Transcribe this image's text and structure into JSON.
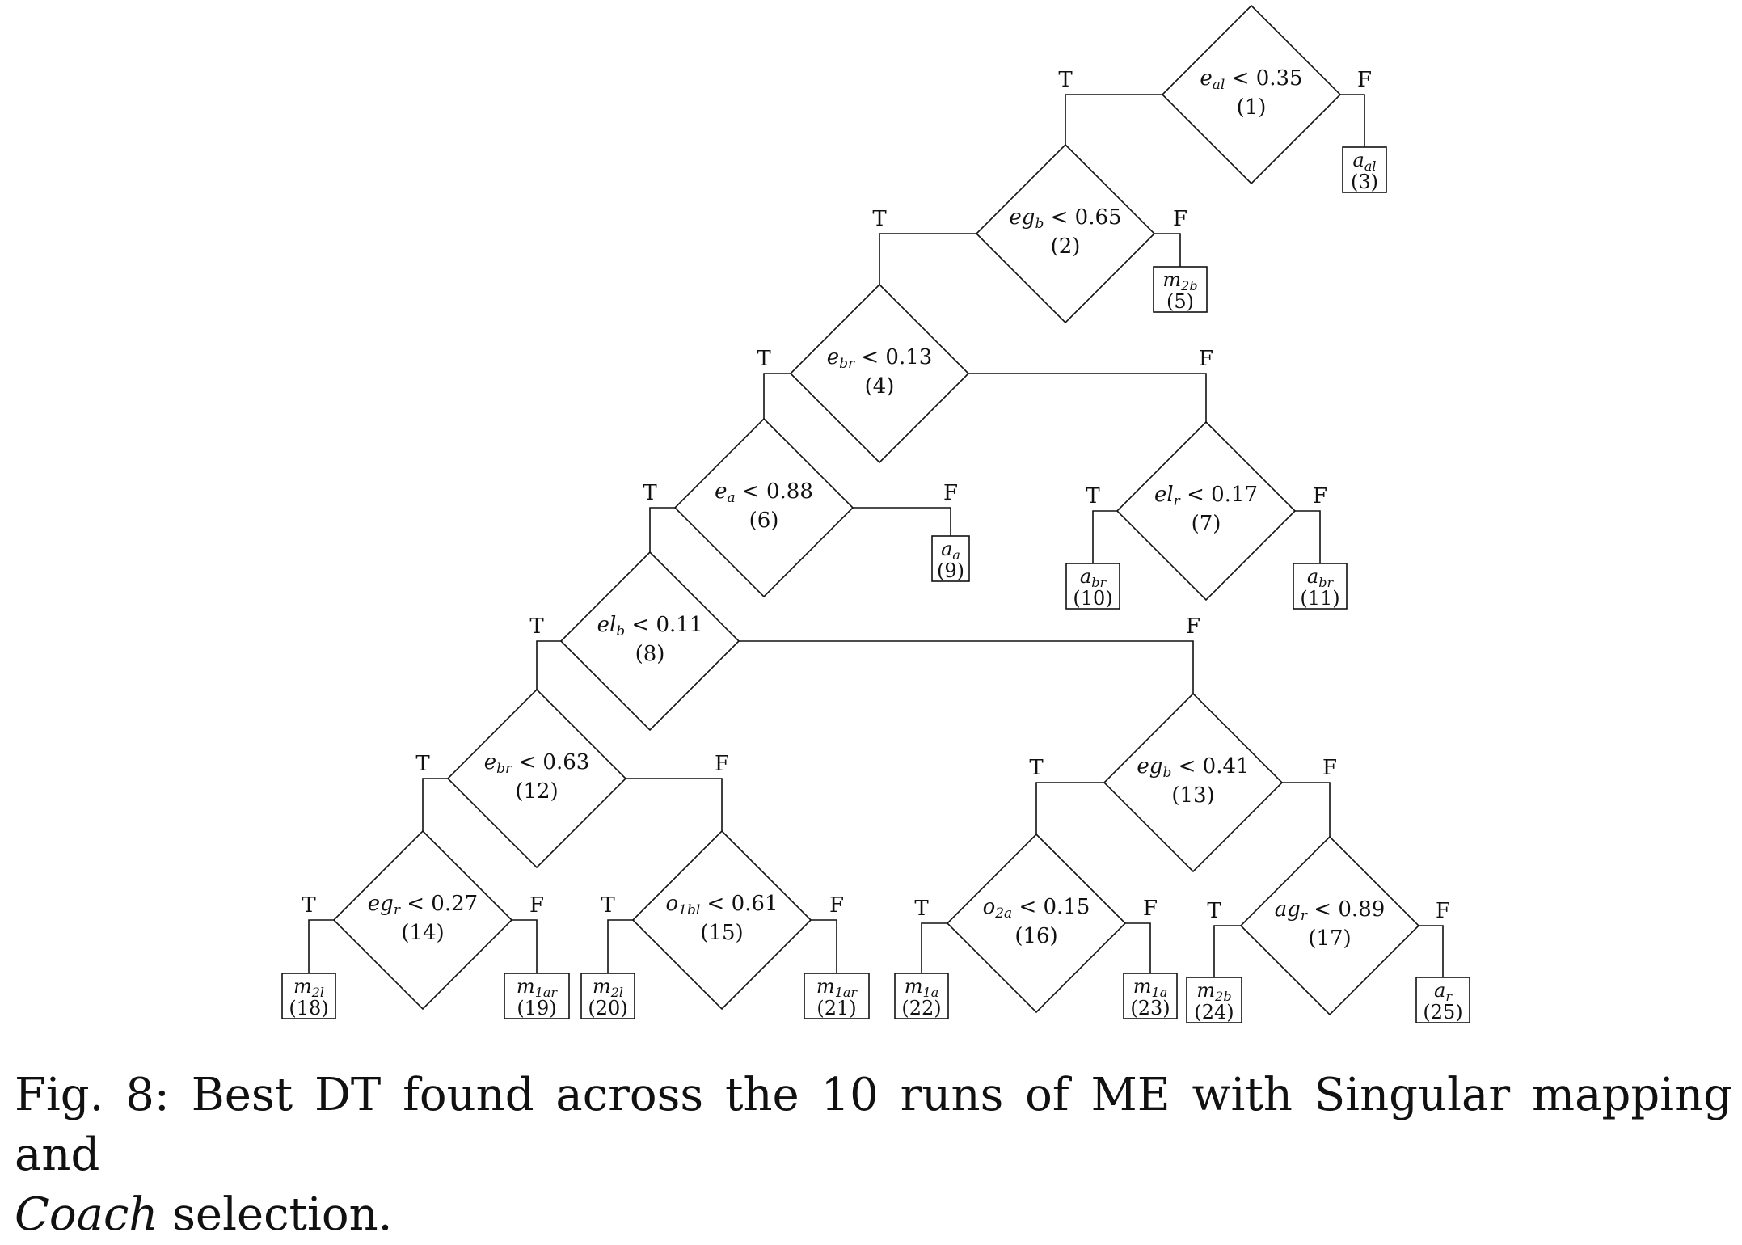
{
  "nodes": [
    {
      "id": "1",
      "kind": "decision",
      "var": "e",
      "sub": "al",
      "op": "<",
      "value": "0.35"
    },
    {
      "id": "2",
      "kind": "decision",
      "var": "eg",
      "sub": "b",
      "op": "<",
      "value": "0.65"
    },
    {
      "id": "3",
      "kind": "leaf",
      "var": "a",
      "sub": "al"
    },
    {
      "id": "4",
      "kind": "decision",
      "var": "e",
      "sub": "br",
      "op": "<",
      "value": "0.13"
    },
    {
      "id": "5",
      "kind": "leaf",
      "var": "m",
      "sub": "2b"
    },
    {
      "id": "6",
      "kind": "decision",
      "var": "e",
      "sub": "a",
      "op": "<",
      "value": "0.88"
    },
    {
      "id": "7",
      "kind": "decision",
      "var": "el",
      "sub": "r",
      "op": "<",
      "value": "0.17"
    },
    {
      "id": "8",
      "kind": "decision",
      "var": "el",
      "sub": "b",
      "op": "<",
      "value": "0.11"
    },
    {
      "id": "9",
      "kind": "leaf",
      "var": "a",
      "sub": "a"
    },
    {
      "id": "10",
      "kind": "leaf",
      "var": "a",
      "sub": "br"
    },
    {
      "id": "11",
      "kind": "leaf",
      "var": "a",
      "sub": "br"
    },
    {
      "id": "12",
      "kind": "decision",
      "var": "e",
      "sub": "br",
      "op": "<",
      "value": "0.63"
    },
    {
      "id": "13",
      "kind": "decision",
      "var": "eg",
      "sub": "b",
      "op": "<",
      "value": "0.41"
    },
    {
      "id": "14",
      "kind": "decision",
      "var": "eg",
      "sub": "r",
      "op": "<",
      "value": "0.27"
    },
    {
      "id": "15",
      "kind": "decision",
      "var": "o",
      "sub": "1bl",
      "op": "<",
      "value": "0.61"
    },
    {
      "id": "16",
      "kind": "decision",
      "var": "o",
      "sub": "2a",
      "op": "<",
      "value": "0.15"
    },
    {
      "id": "17",
      "kind": "decision",
      "var": "ag",
      "sub": "r",
      "op": "<",
      "value": "0.89"
    },
    {
      "id": "18",
      "kind": "leaf",
      "var": "m",
      "sub": "2l"
    },
    {
      "id": "19",
      "kind": "leaf",
      "var": "m",
      "sub": "1ar"
    },
    {
      "id": "20",
      "kind": "leaf",
      "var": "m",
      "sub": "2l"
    },
    {
      "id": "21",
      "kind": "leaf",
      "var": "m",
      "sub": "1ar"
    },
    {
      "id": "22",
      "kind": "leaf",
      "var": "m",
      "sub": "1a"
    },
    {
      "id": "23",
      "kind": "leaf",
      "var": "m",
      "sub": "1a"
    },
    {
      "id": "24",
      "kind": "leaf",
      "var": "m",
      "sub": "2b"
    },
    {
      "id": "25",
      "kind": "leaf",
      "var": "a",
      "sub": "r"
    }
  ],
  "edges": [
    {
      "from": "1",
      "to": "2",
      "label": "T"
    },
    {
      "from": "1",
      "to": "3",
      "label": "F"
    },
    {
      "from": "2",
      "to": "4",
      "label": "T"
    },
    {
      "from": "2",
      "to": "5",
      "label": "F"
    },
    {
      "from": "4",
      "to": "6",
      "label": "T"
    },
    {
      "from": "4",
      "to": "7",
      "label": "F"
    },
    {
      "from": "6",
      "to": "8",
      "label": "T"
    },
    {
      "from": "6",
      "to": "9",
      "label": "F"
    },
    {
      "from": "7",
      "to": "10",
      "label": "T"
    },
    {
      "from": "7",
      "to": "11",
      "label": "F"
    },
    {
      "from": "8",
      "to": "12",
      "label": "T"
    },
    {
      "from": "8",
      "to": "13",
      "label": "F"
    },
    {
      "from": "12",
      "to": "14",
      "label": "T"
    },
    {
      "from": "12",
      "to": "15",
      "label": "F"
    },
    {
      "from": "13",
      "to": "16",
      "label": "T"
    },
    {
      "from": "13",
      "to": "17",
      "label": "F"
    },
    {
      "from": "14",
      "to": "18",
      "label": "T"
    },
    {
      "from": "14",
      "to": "19",
      "label": "F"
    },
    {
      "from": "15",
      "to": "20",
      "label": "T"
    },
    {
      "from": "15",
      "to": "21",
      "label": "F"
    },
    {
      "from": "16",
      "to": "22",
      "label": "T"
    },
    {
      "from": "16",
      "to": "23",
      "label": "F"
    },
    {
      "from": "17",
      "to": "24",
      "label": "T"
    },
    {
      "from": "17",
      "to": "25",
      "label": "F"
    }
  ],
  "caption": {
    "prefix": "Fig. 8: Best DT found across the 10 runs of ME with Singular mapping and",
    "italic": "Coach",
    "suffix": " selection."
  }
}
